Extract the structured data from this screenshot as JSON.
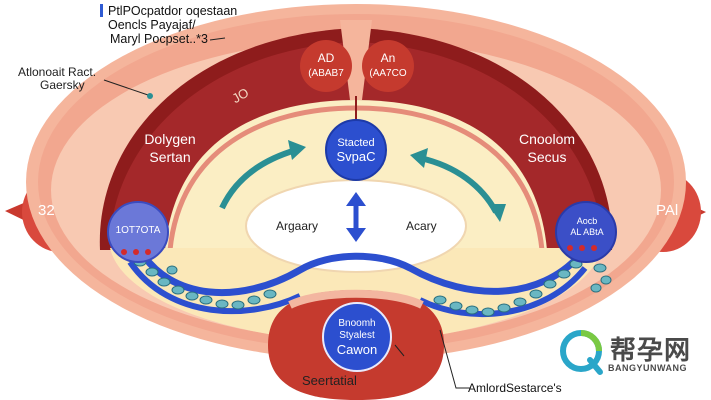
{
  "title_lines": [
    "PtlPOcpatdor oqestaan",
    "Oencls Payajaf/",
    "Maryl Pocpset..*3"
  ],
  "left_label": [
    "Atlonoait Ract.",
    "Gaersky"
  ],
  "cusp_left": [
    "AD",
    "(ABAB7"
  ],
  "cusp_right": [
    "An",
    "(AA7CO"
  ],
  "upper_small": "JO",
  "left_region": [
    "Dolygen",
    "Sertan"
  ],
  "right_region": [
    "Cnoolom",
    "Secus"
  ],
  "center_circle": [
    "Stacted",
    "SvpaC"
  ],
  "lobe_left": "32",
  "lobe_right": "PAl",
  "left_node": "1OT7OTA",
  "right_node": [
    "Aocb",
    "AL ABtA"
  ],
  "inner_left": "Argaary",
  "inner_right": "Acary",
  "bottom_circle": [
    "Bnoomh",
    "Styalest",
    "Cawon"
  ],
  "bottom_label": "Seertatial",
  "bottom_right_label": "AmlordSestarce's",
  "watermark": {
    "cn": "帮孕网",
    "en": "BANGYUNWANG"
  },
  "colors": {
    "outer": "#f2a78f",
    "dark": "#8e1c1c",
    "inner": "#fbeec4",
    "blue": "#2c4fcf",
    "teal": "#2a8f94",
    "lobe": "#d9493d"
  }
}
